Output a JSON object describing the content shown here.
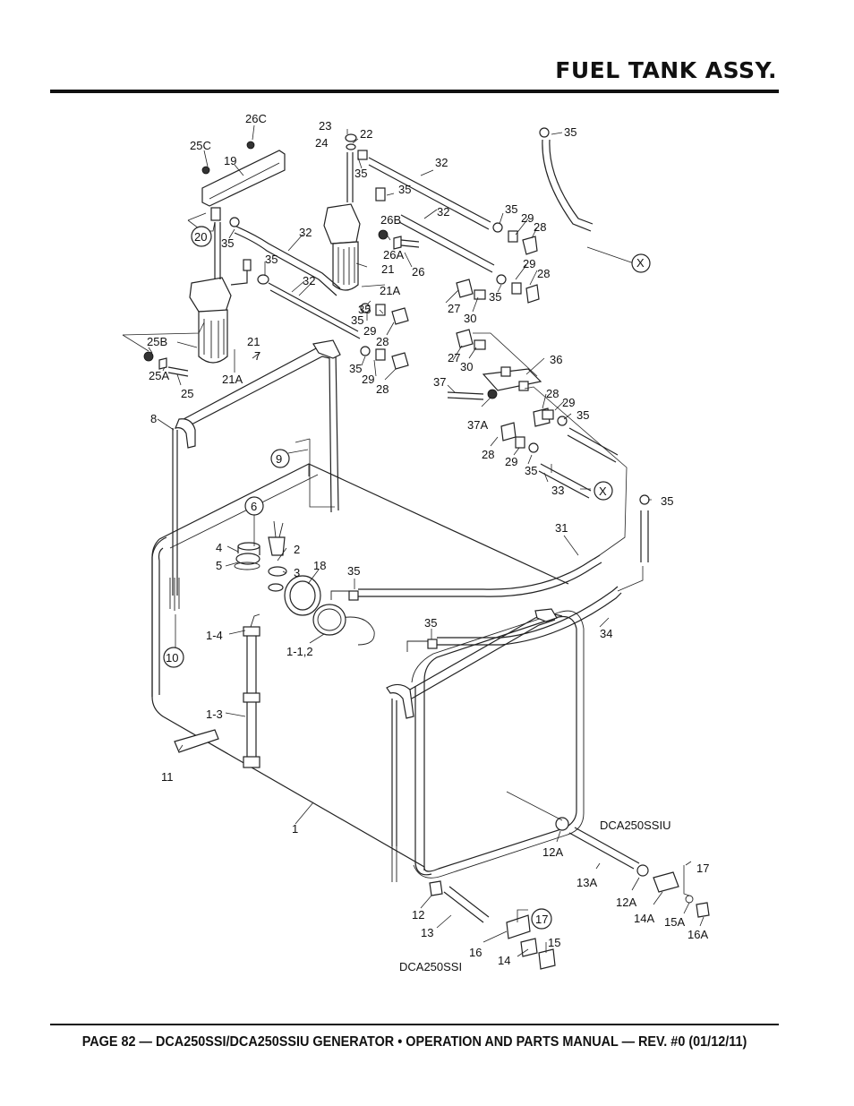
{
  "header": {
    "title": "FUEL TANK ASSY."
  },
  "footer": {
    "text": "PAGE 82 — DCA250SSI/DCA250SSIU GENERATOR • OPERATION AND PARTS MANUAL — REV. #0 (01/12/11)"
  },
  "diagram": {
    "variant_ssiu": "DCA250SSIU",
    "variant_ssi": "DCA250SSI",
    "labels": {
      "l_26C": "26C",
      "l_23": "23",
      "l_22": "22",
      "l_24": "24",
      "l_35a": "35",
      "l_25C": "25C",
      "l_19": "19",
      "l_35b": "35",
      "l_32a": "32",
      "l_35c": "35",
      "l_26B": "26B",
      "l_32b": "32",
      "l_35d": "35",
      "l_29a": "29",
      "l_28a": "28",
      "l_20": "20",
      "l_35e": "35",
      "l_32c": "32",
      "l_26A": "26A",
      "l_26": "26",
      "l_21a": "21",
      "l_35f": "35",
      "l_21Aa": "21A",
      "l_29b": "29",
      "l_28b": "28",
      "l_32d": "32",
      "l_35g": "35",
      "l_27a": "27",
      "l_35h": "35",
      "l_30a": "30",
      "l_35i": "35",
      "l_29c": "29",
      "l_28c": "28",
      "l_25B": "25B",
      "l_21b": "21",
      "l_25A": "25A",
      "l_25": "25",
      "l_21Ab": "21A",
      "l_7": "7",
      "l_35j": "35",
      "l_29d": "29",
      "l_28d": "28",
      "l_27b": "27",
      "l_30b": "30",
      "l_36": "36",
      "l_37": "37",
      "l_37A": "37A",
      "l_28e": "28",
      "l_29e": "29",
      "l_35k": "35",
      "l_8": "8",
      "l_9": "9",
      "l_28f": "28",
      "l_29f": "29",
      "l_35l": "35",
      "l_33": "33",
      "l_Xa": "X",
      "l_Xb": "X",
      "l_6": "6",
      "l_35m": "35",
      "l_31": "31",
      "l_4": "4",
      "l_2": "2",
      "l_5": "5",
      "l_3": "3",
      "l_18": "18",
      "l_35n": "35",
      "l_1_4": "1-4",
      "l_1_12": "1-1,2",
      "l_10": "10",
      "l_35o": "35",
      "l_34": "34",
      "l_1_3": "1-3",
      "l_11": "11",
      "l_1": "1",
      "l_12A": "12A",
      "l_13A": "13A",
      "l_12Ab": "12A",
      "l_14A": "14A",
      "l_17a": "17",
      "l_15A": "15A",
      "l_16A": "16A",
      "l_12": "12",
      "l_17b": "17",
      "l_13": "13",
      "l_16": "16",
      "l_14": "14",
      "l_15": "15"
    }
  }
}
